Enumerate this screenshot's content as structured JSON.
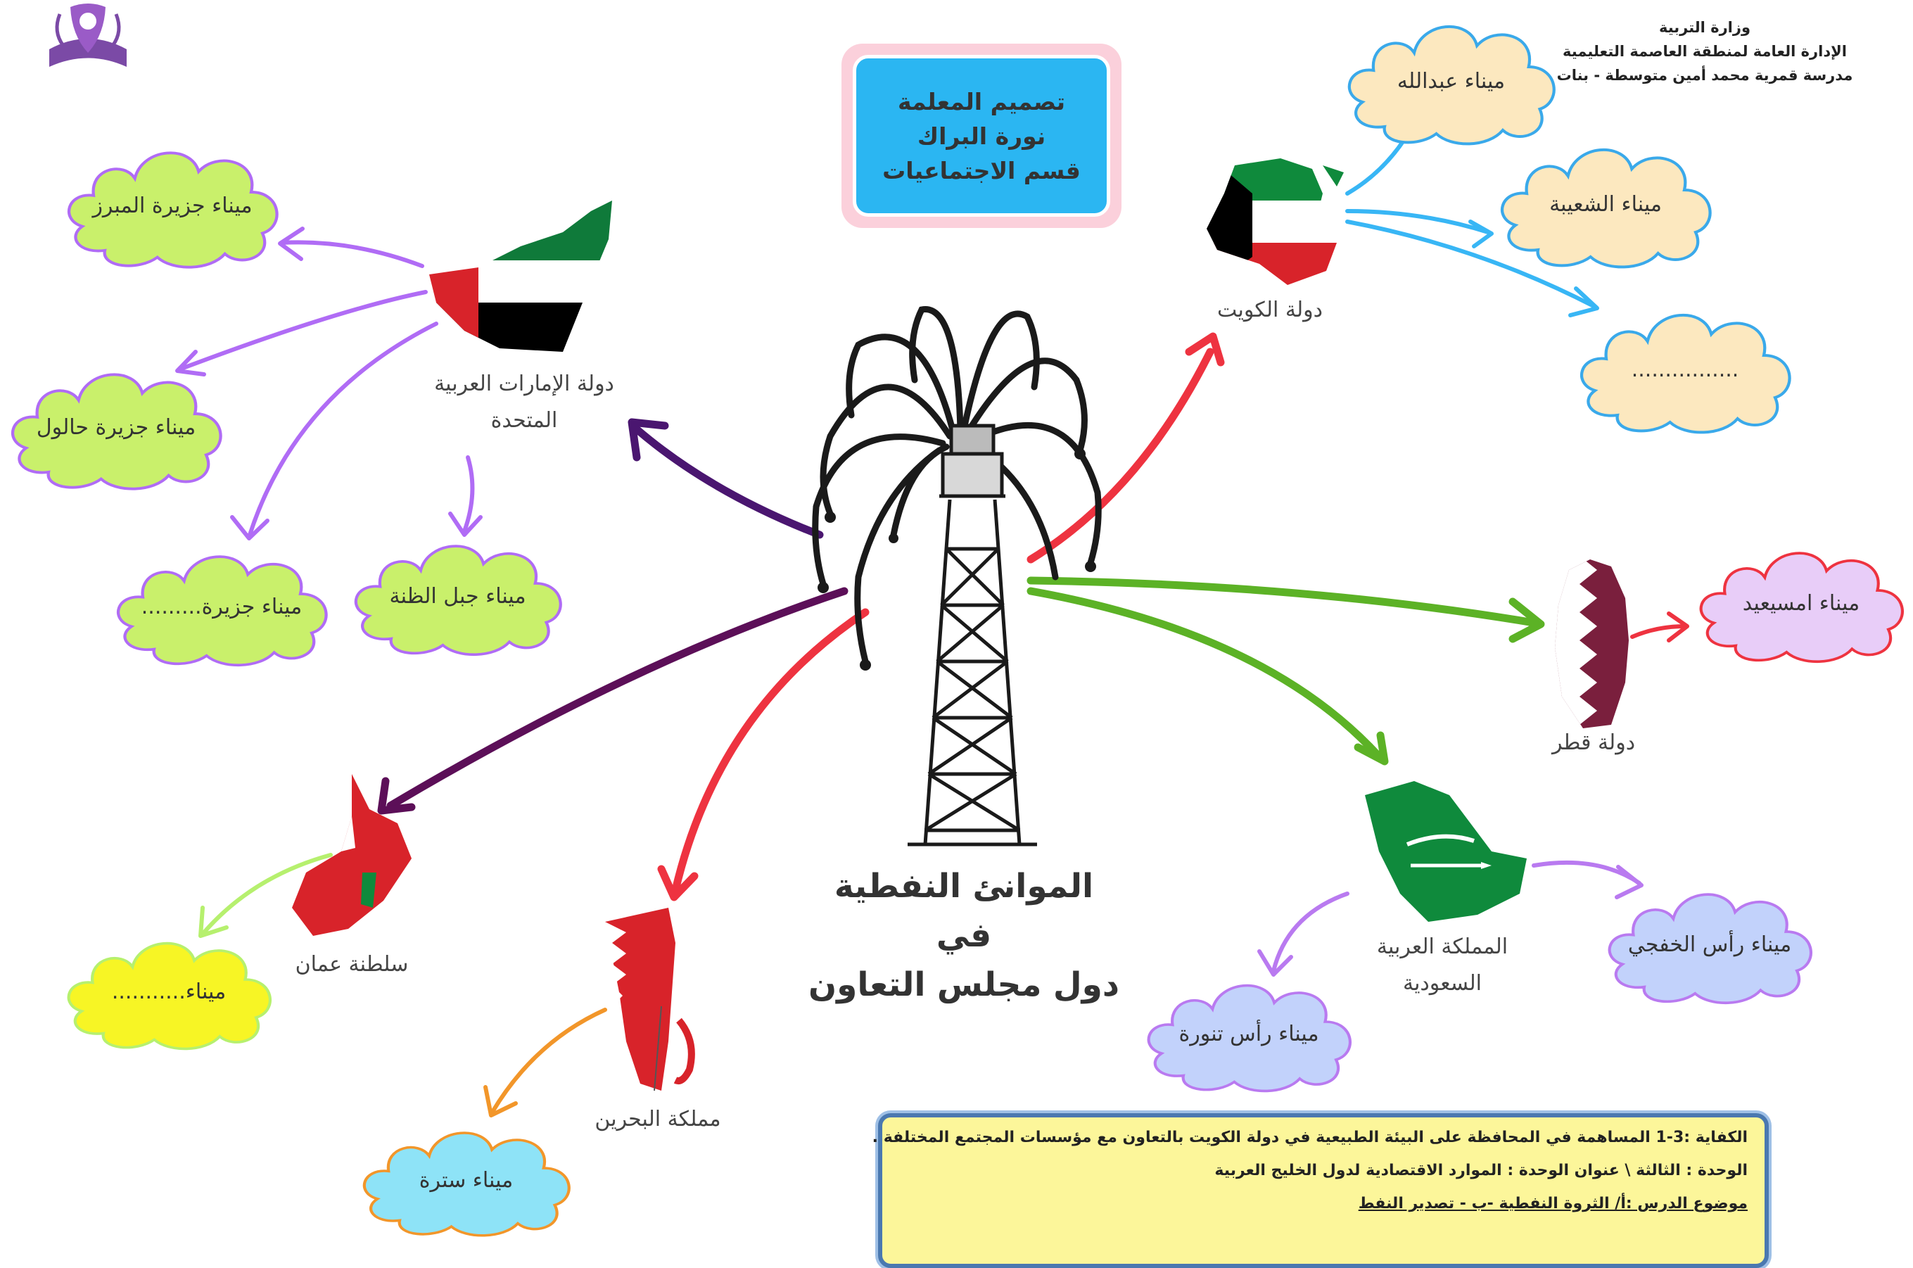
{
  "header": {
    "line1": "وزارة التربية",
    "line2": "الإدارة العامة لمنطقة العاصمة التعليمية",
    "line3": "مدرسة قمرية محمد أمين متوسطة - بنات"
  },
  "credit": {
    "line1": "تصميم المعلمة",
    "line2": "نورة البراك",
    "line3": "قسم الاجتماعيات"
  },
  "title": {
    "line1": "الموانئ النفطية في",
    "line2": "دول مجلس التعاون"
  },
  "countries": {
    "kuwait": "دولة الكويت",
    "uae_line1": "دولة الإمارات العربية",
    "uae_line2": "المتحدة",
    "qatar": "دولة قطر",
    "saudi_line1": "المملكة العربية",
    "saudi_line2": "السعودية",
    "bahrain": "مملكة البحرين",
    "oman": "سلطنة عمان"
  },
  "ports": {
    "abdullah": "ميناء عبدالله",
    "shuaiba": "ميناء الشعيبة",
    "kuwait_blank": "................",
    "mubarraz": "ميناء جزيرة المبرز",
    "halul": "ميناء جزيرة حالول",
    "jazira_blank": "ميناء جزيرة.........",
    "jebel_dhanna": "ميناء جبل الظنة",
    "mesaieed": "ميناء امسيعيد",
    "khafji": "ميناء رأس الخفجي",
    "ras_tanura": "ميناء رأس تنورة",
    "sitra": "ميناء سترة",
    "oman_blank": "ميناء..........."
  },
  "info": {
    "competency": "الكفاية :3-1 المساهمة في المحافظة على البيئة الطبيعية في دولة الكويت بالتعاون مع مؤسسات المجتمع المختلفة .",
    "unit": "الوحدة : الثالثة \\ عنوان الوحدة : الموارد الاقتصادية لدول الخليج العربية",
    "lesson": "موضوع الدرس :أ/ الثروة النفطية -ب - تصدير النفط"
  },
  "colors": {
    "kuwait_arrow": "#38b6f5",
    "red_arrow": "#ee3340",
    "green_arrow": "#5cb226",
    "uae_arrow": "#4a1670",
    "oman_arrow": "#5c0f58",
    "uae_branches": "#b06cf5",
    "oman_branch": "#b6f06e",
    "bahrain_branch": "#f2962a",
    "saudi_branches": "#b97af0",
    "cloud_beige": "#fce8bf",
    "cloud_green": "#c9f06b",
    "cloud_purple": "#e8cdf8",
    "cloud_blue": "#c2d2fb",
    "cloud_cyan": "#8ee3f7",
    "cloud_yellow": "#f7f525"
  }
}
